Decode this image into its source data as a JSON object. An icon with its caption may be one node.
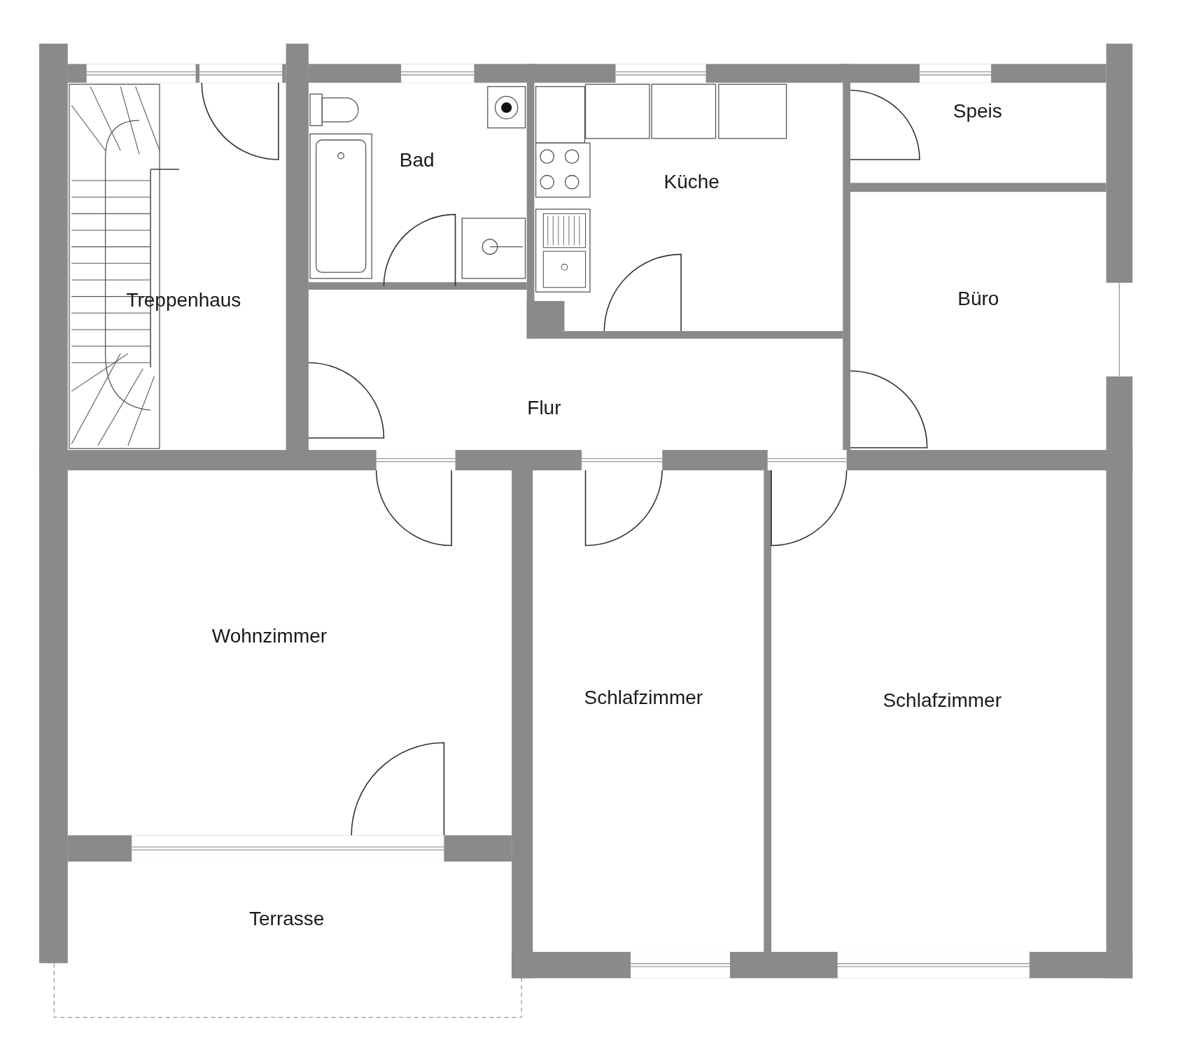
{
  "diagram": {
    "nodes": [
      {
        "text": [
          "Treppenhaus"
        ]
      },
      {
        "text": [
          "Bad"
        ]
      },
      {
        "text": [
          "Küche"
        ]
      },
      {
        "text": [
          "Speis"
        ]
      },
      {
        "text": [
          "Büro"
        ]
      },
      {
        "text": [
          "Flur"
        ]
      },
      {
        "text": [
          "Wohnzimmer"
        ]
      },
      {
        "text": [
          "Schlafzimmer"
        ]
      },
      {
        "text": [
          "Schlafzimmer"
        ]
      },
      {
        "text": [
          "Terrasse"
        ]
      }
    ],
    "edges": []
  }
}
